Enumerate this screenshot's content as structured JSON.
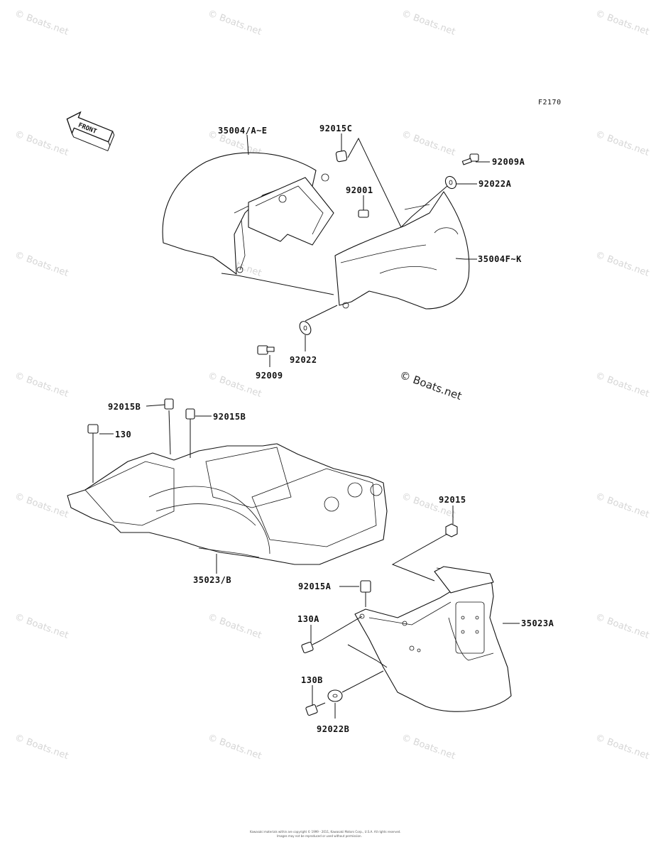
{
  "diagram_id": "F2170",
  "front_arrow_label": "FRONT",
  "copyright_mark": "© Boats.net",
  "watermark": "© Boats.net",
  "parts": {
    "p35004_ae": "35004/A~E",
    "p92015c": "92015C",
    "p92009a": "92009A",
    "p92022a": "92022A",
    "p92001": "92001",
    "p35004_fk": "35004F~K",
    "p92022": "92022",
    "p92009": "92009",
    "p92015b_left": "92015B",
    "p92015b_right": "92015B",
    "p130": "130",
    "p35023b": "35023/B",
    "p92015": "92015",
    "p92015a": "92015A",
    "p130a": "130A",
    "p35023a": "35023A",
    "p130b": "130B",
    "p92022b": "92022B"
  },
  "footer": {
    "line1": "Kawasaki materials within are copyright © 1999 - 2011, Kawasaki Motors Corp., U.S.A. All rights reserved.",
    "line2": "Images may not be reproduced or used without permission."
  }
}
